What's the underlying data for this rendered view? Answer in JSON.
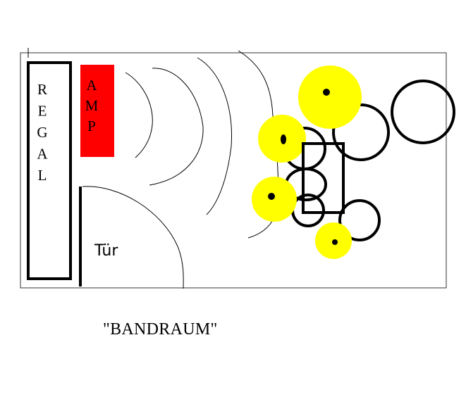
{
  "labels": {
    "shelf": "REGAL",
    "amp": "AMP",
    "door": "Tür"
  },
  "caption": "\"BANDRAUM\"",
  "colors": {
    "amp": "#ff0000",
    "light": "#ffff00",
    "ink": "#000000",
    "room": "#333333"
  }
}
